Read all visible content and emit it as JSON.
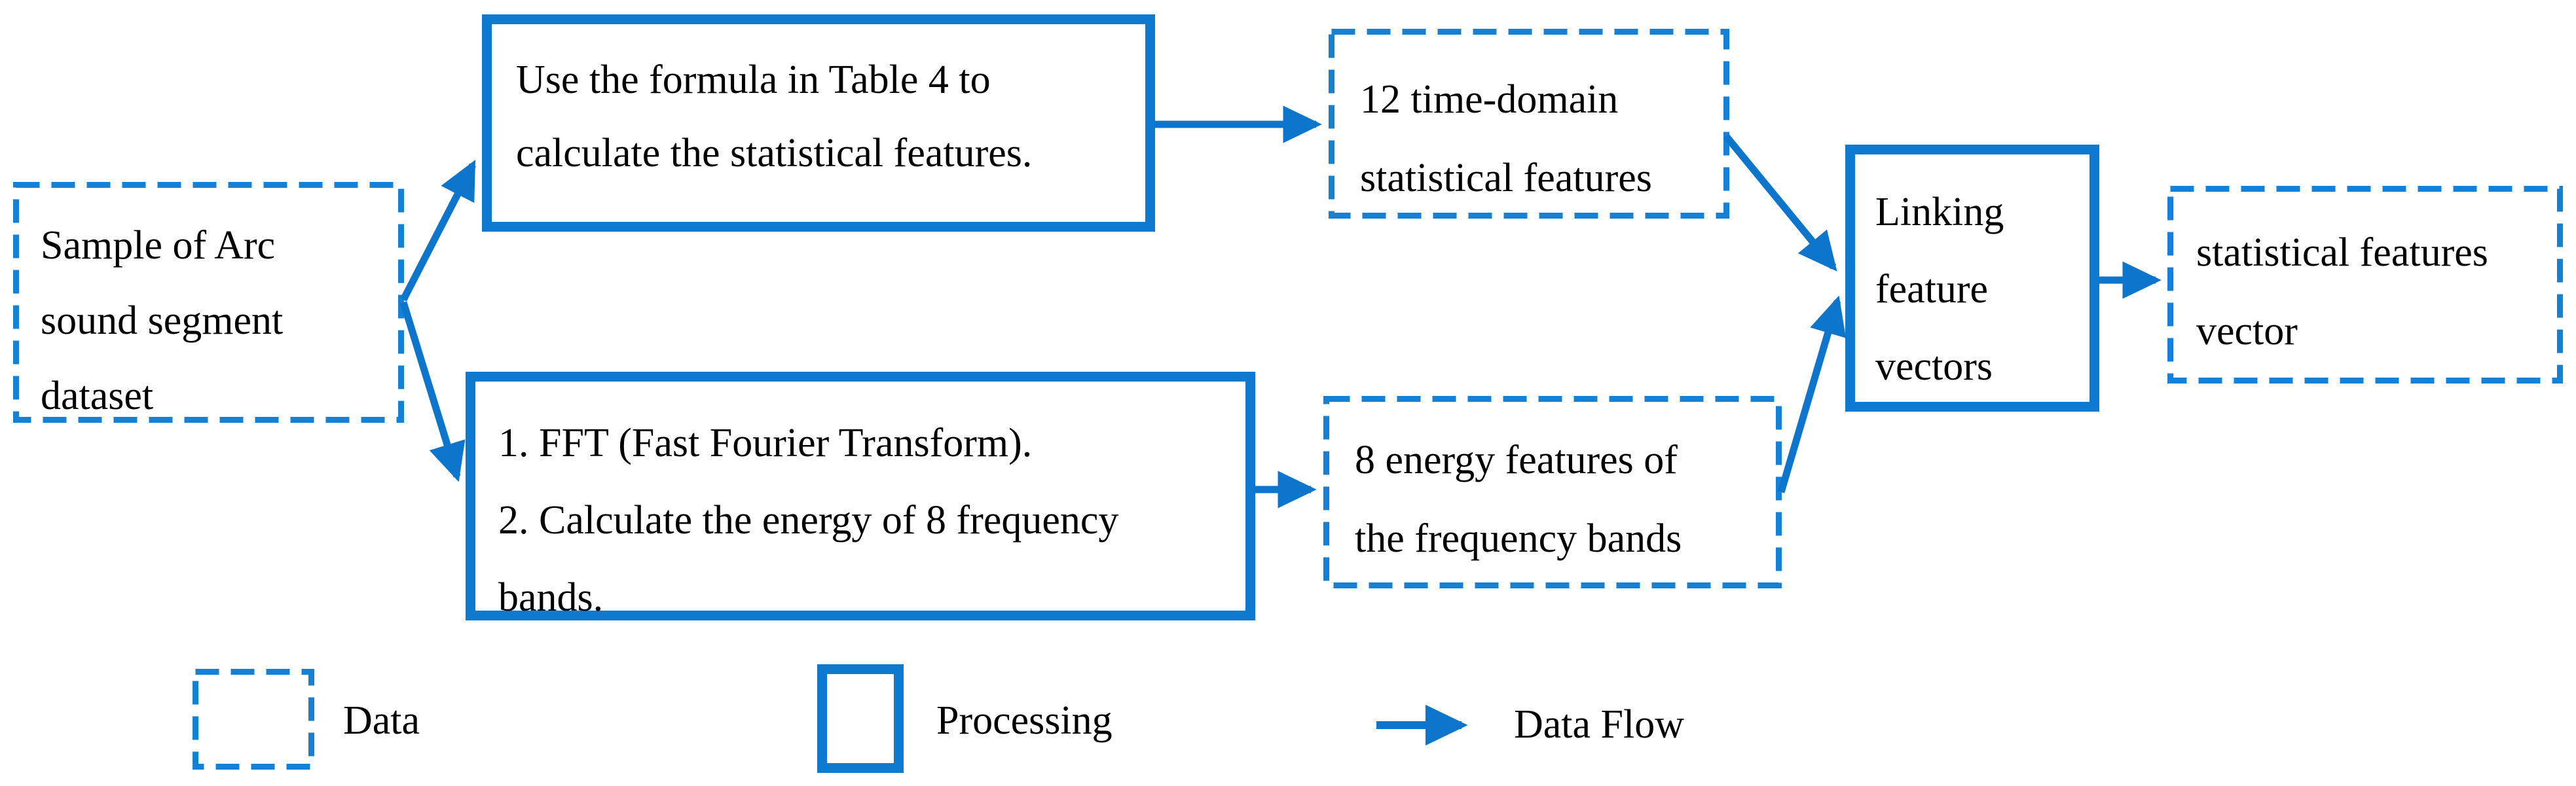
{
  "figure": {
    "description_role": "feature-extraction flow diagram"
  },
  "colors": {
    "solid": "#0d79cf",
    "dashed": "#1581d6",
    "arrow": "#0d76cc",
    "text": "#000000",
    "bg": "#ffffff"
  },
  "boxes": {
    "sample": {
      "type": "data",
      "lines": [
        "Sample of Arc",
        "sound segment",
        "dataset"
      ]
    },
    "statcalc": {
      "type": "processing",
      "lines": [
        "Use the formula in Table 4 to",
        "calculate the statistical features."
      ]
    },
    "fftcalc": {
      "type": "processing",
      "lines": [
        "1. FFT (Fast Fourier Transform).",
        "2. Calculate the energy of 8 frequency",
        "bands."
      ]
    },
    "timefeat": {
      "type": "data",
      "lines": [
        "12 time-domain",
        "statistical features"
      ]
    },
    "energyfeat": {
      "type": "data",
      "lines": [
        "8 energy features of",
        "the frequency bands"
      ]
    },
    "linking": {
      "type": "processing",
      "lines": [
        "Linking",
        "feature",
        "vectors"
      ]
    },
    "output": {
      "type": "data",
      "lines": [
        "statistical features",
        "vector"
      ]
    }
  },
  "legend": {
    "items": [
      {
        "swatch": "data",
        "label": "Data"
      },
      {
        "swatch": "processing",
        "label": "Processing"
      },
      {
        "swatch": "arrow",
        "label": "Data Flow"
      }
    ]
  }
}
